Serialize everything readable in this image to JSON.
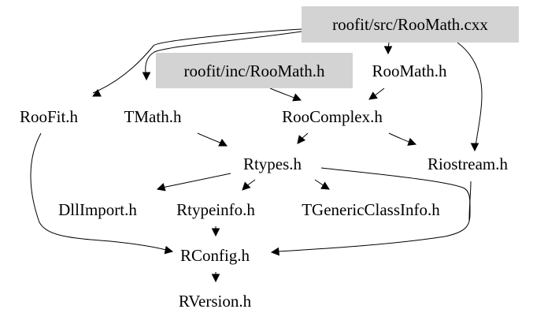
{
  "graph": {
    "title": "",
    "highlight_color": "#d3d3d3",
    "line_color": "#000000",
    "nodes": {
      "roomath_cxx": {
        "label": "roofit/src/RooMath.cxx",
        "highlighted": true
      },
      "roomath_h_inc": {
        "label": "roofit/inc/RooMath.h",
        "highlighted": true
      },
      "roomath_h": {
        "label": "RooMath.h",
        "highlighted": false
      },
      "roofit_h": {
        "label": "RooFit.h",
        "highlighted": false
      },
      "tmath_h": {
        "label": "TMath.h",
        "highlighted": false
      },
      "roocomplex_h": {
        "label": "RooComplex.h",
        "highlighted": false
      },
      "riostream_h": {
        "label": "Riostream.h",
        "highlighted": false
      },
      "rtypes_h": {
        "label": "Rtypes.h",
        "highlighted": false
      },
      "dllimport_h": {
        "label": "DllImport.h",
        "highlighted": false
      },
      "rtypeinfo_h": {
        "label": "Rtypeinfo.h",
        "highlighted": false
      },
      "tgenericclassinfo_h": {
        "label": "TGenericClassInfo.h",
        "highlighted": false
      },
      "rconfig_h": {
        "label": "RConfig.h",
        "highlighted": false
      },
      "rversion_h": {
        "label": "RVersion.h",
        "highlighted": false
      }
    },
    "edges": [
      {
        "from": "roomath_cxx",
        "to": "roofit_h"
      },
      {
        "from": "roomath_cxx",
        "to": "tmath_h"
      },
      {
        "from": "roomath_cxx",
        "to": "roomath_h"
      },
      {
        "from": "roomath_cxx",
        "to": "riostream_h"
      },
      {
        "from": "roomath_h_inc",
        "to": "roocomplex_h"
      },
      {
        "from": "roomath_h",
        "to": "roocomplex_h"
      },
      {
        "from": "tmath_h",
        "to": "rtypes_h"
      },
      {
        "from": "roocomplex_h",
        "to": "rtypes_h"
      },
      {
        "from": "roocomplex_h",
        "to": "riostream_h"
      },
      {
        "from": "rtypes_h",
        "to": "dllimport_h"
      },
      {
        "from": "rtypes_h",
        "to": "rtypeinfo_h"
      },
      {
        "from": "rtypes_h",
        "to": "tgenericclassinfo_h"
      },
      {
        "from": "rtypes_h",
        "to": "rconfig_h"
      },
      {
        "from": "roofit_h",
        "to": "rconfig_h"
      },
      {
        "from": "riostream_h",
        "to": "rconfig_h"
      },
      {
        "from": "rtypeinfo_h",
        "to": "rconfig_h"
      },
      {
        "from": "rconfig_h",
        "to": "rversion_h"
      }
    ]
  }
}
